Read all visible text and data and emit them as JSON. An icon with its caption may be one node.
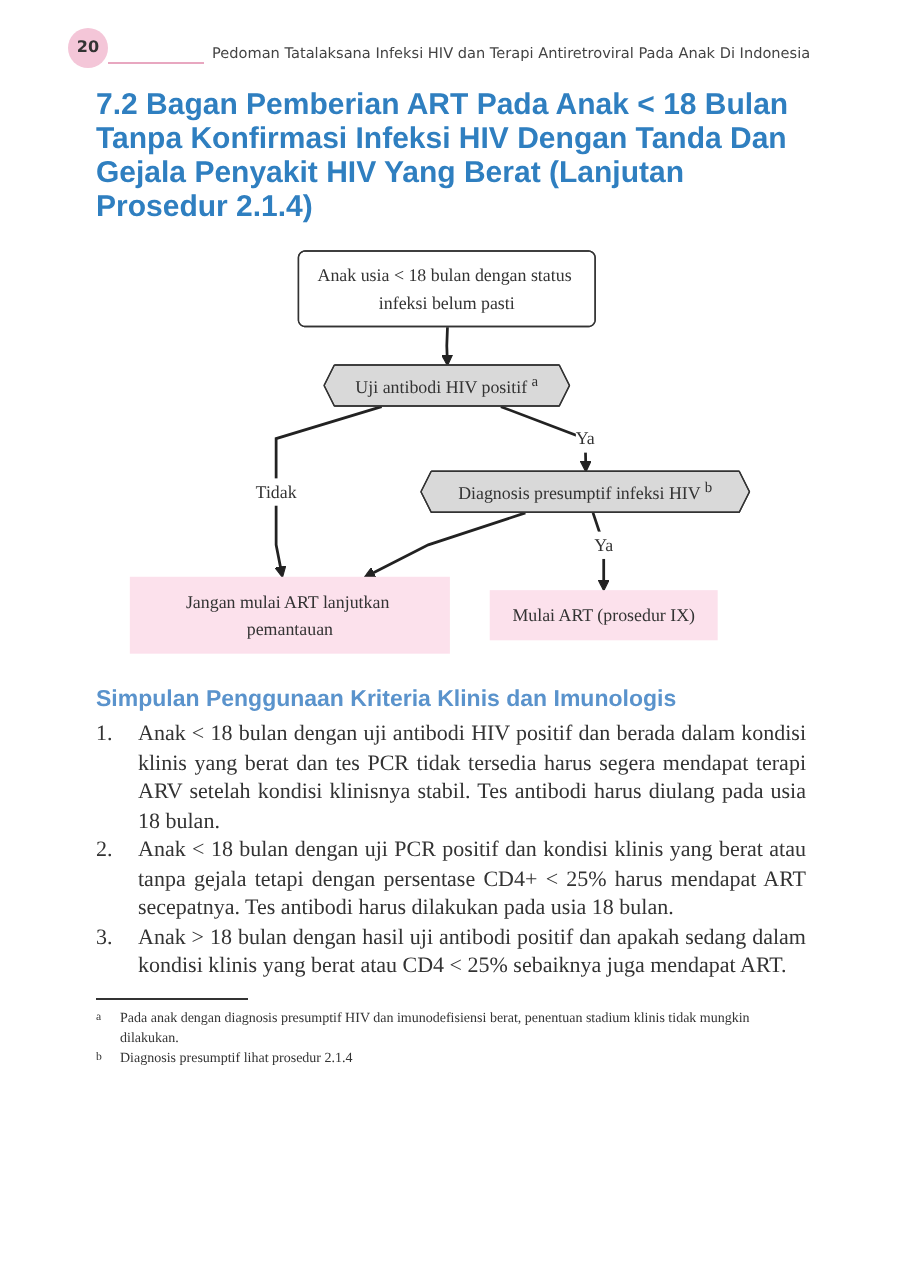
{
  "diagram": {
    "title": "7.2 Bagan Pemberian ART Pada Anak < 18 Bulan Tanpa Konfirmasi Infeksi HIV Dengan Tanda Dan Gejala Penyakit HIV Yang Berat (Lanjutan Prosedur 2.1.4)",
    "nodes": [
      {
        "text": [
          "Anak usia < 18 bulan dengan status infeksi belum pasti"
        ]
      },
      {
        "text": [
          "Uji antibodi HIV positif $^{a}$"
        ]
      },
      {
        "text": [
          "Jangan mulai ART lanjutkan pemantauan"
        ]
      },
      {
        "text": [
          "Diagnosis presumptif infeksi HIV $^{b}$"
        ]
      },
      {
        "text": [
          "Mulai ART (prosedur IX)"
        ]
      }
    ],
    "edges": [
      {
        "from": 0,
        "to": 1,
        "arrow": "to"
      },
      {
        "from": 1,
        "to": 2,
        "arrow": "to",
        "label": "Tidak"
      },
      {
        "from": 1,
        "to": 3,
        "arrow": "to",
        "label": "Ya"
      },
      {
        "from": 3,
        "to": 2,
        "arrow": "to"
      },
      {
        "from": 3,
        "to": 4,
        "arrow": "to",
        "label": "Ya"
      }
    ],
    "labels": [
      "20",
      "Pedoman Tatalaksana Infeksi HIV dan Terapi Antiretroviral Pada Anak Di Indonesia",
      "Simpulan Penggunaan Kriteria Klinis dan Imunologis",
      "1.",
      "Anak < 18 bulan dengan uji antibodi HIV positif dan berada dalam kondisi klinis yang berat dan tes PCR tidak tersedia harus segera mendapat terapi ARV setelah kondisi klinisnya stabil. Tes antibodi harus diulang pada usia 18 bulan.",
      "2.",
      "Anak < 18 bulan dengan uji PCR positif dan kondisi klinis yang berat atau tanpa gejala tetapi dengan persentase CD4+ < 25% harus mendapat ART secepatnya. Tes antibodi harus dilakukan pada usia 18 bulan.",
      "3.",
      "Anak > 18 bulan dengan hasil uji antibodi positif dan apakah sedang dalam kondisi klinis yang berat atau CD4 < 25% sebaiknya juga mendapat ART.",
      "a",
      "Pada anak dengan diagnosis presumptif HIV dan imunodefisiensi berat, penentuan stadium klinis tidak mungkin dilakukan.",
      "b",
      "Diagnosis presumptif lihat prosedur 2.1.4"
    ]
  }
}
